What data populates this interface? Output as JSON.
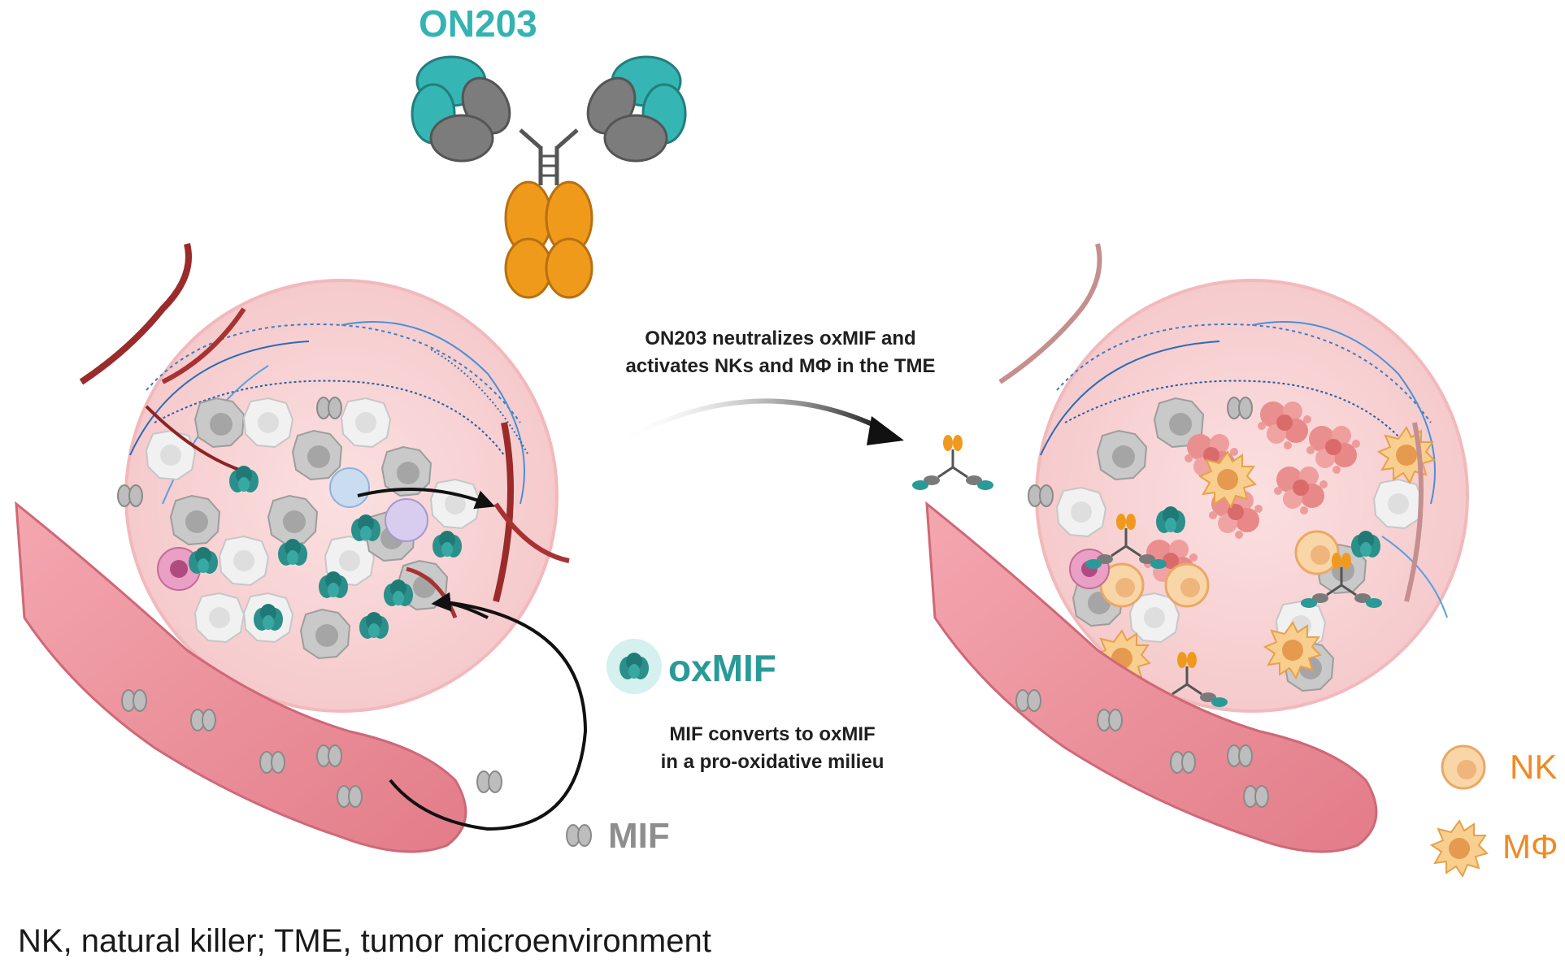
{
  "title": "ON203",
  "action_label": {
    "line1": "ON203 neutralizes oxMIF and",
    "line2": "activates NKs and MΦ in the TME"
  },
  "conversion_label": {
    "line1": "MIF converts to oxMIF",
    "line2": "in a pro-oxidative milieu"
  },
  "legend": {
    "oxmif": "oxMIF",
    "mif": "MIF",
    "nk": "NK",
    "macrophage": "MΦ"
  },
  "footnote": "NK, natural killer; TME, tumor microenvironment",
  "colors": {
    "teal": "#2a9a98",
    "orange": "#ef9a1e",
    "gray_domain": "#7a7a7a",
    "tumor_bg": "#f7cfd0",
    "vessel": "#e98c97",
    "artery": "#9b2a2a"
  }
}
